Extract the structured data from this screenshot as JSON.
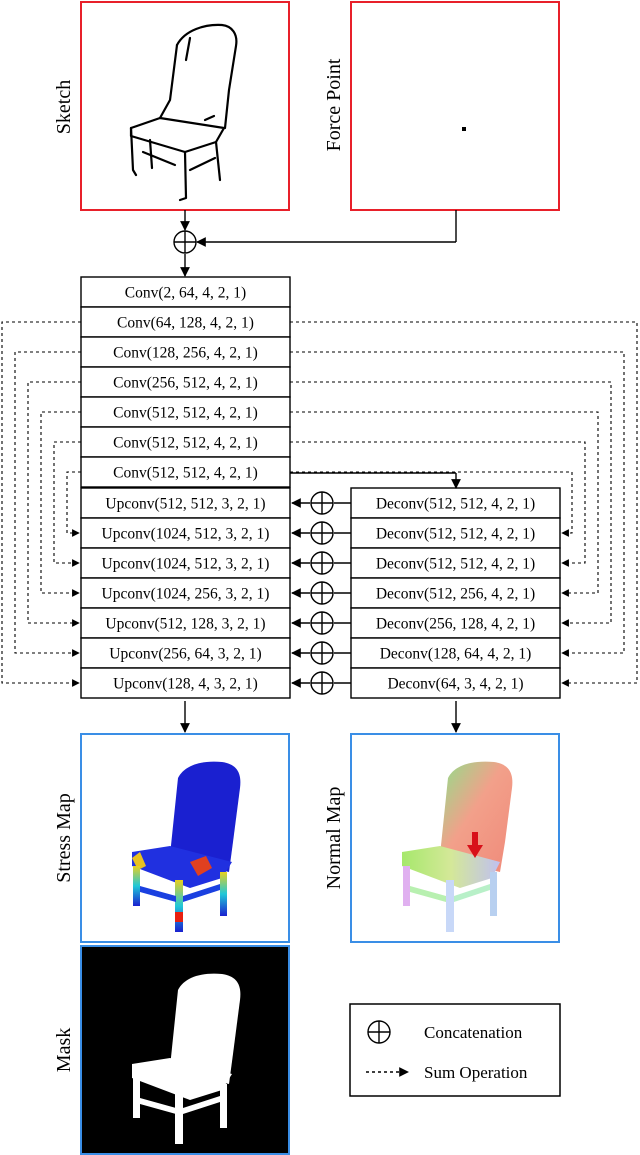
{
  "inputs": {
    "sketch_label": "Sketch",
    "force_label": "Force Point"
  },
  "encoder": [
    "Conv(2, 64, 4, 2, 1)",
    "Conv(64, 128, 4, 2, 1)",
    "Conv(128, 256, 4, 2, 1)",
    "Conv(256, 512, 4, 2, 1)",
    "Conv(512, 512, 4, 2, 1)",
    "Conv(512, 512, 4, 2, 1)",
    "Conv(512, 512, 4, 2, 1)"
  ],
  "upconv": [
    "Upconv(512, 512, 3, 2, 1)",
    "Upconv(1024, 512, 3, 2, 1)",
    "Upconv(1024, 512, 3, 2, 1)",
    "Upconv(1024, 256, 3, 2, 1)",
    "Upconv(512, 128, 3, 2, 1)",
    "Upconv(256, 64, 3, 2, 1)",
    "Upconv(128, 4, 3, 2, 1)"
  ],
  "deconv": [
    "Deconv(512, 512, 4, 2, 1)",
    "Deconv(512, 512, 4, 2, 1)",
    "Deconv(512, 512, 4, 2, 1)",
    "Deconv(512, 256, 4, 2, 1)",
    "Deconv(256, 128, 4, 2, 1)",
    "Deconv(128, 64, 4, 2, 1)",
    "Deconv(64, 3, 4, 2, 1)"
  ],
  "outputs": {
    "stress_label": "Stress Map",
    "normal_label": "Normal Map",
    "mask_label": "Mask"
  },
  "legend": {
    "concat_label": "Concatenation",
    "sum_label": "Sum Operation"
  },
  "colors": {
    "input_border": "#e8202a",
    "output_border": "#3a8ee6",
    "stress_blue": "#1a20d0",
    "arrow_red": "#d8101a"
  }
}
